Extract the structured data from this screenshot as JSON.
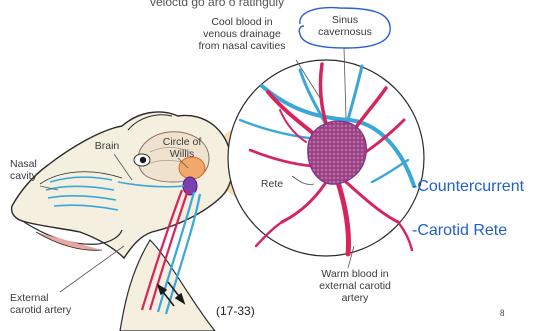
{
  "top_text_fragment": "veloctd go aro o ratinguly",
  "labels": {
    "cool_blood": [
      "Cool blood in",
      "venous drainage",
      "from nasal cavities"
    ],
    "sinus": [
      "Sinus",
      "cavernosus"
    ],
    "brain": "Brain",
    "circle_of_willis": [
      "Circle of",
      "Willis"
    ],
    "nasal_cavity": [
      "Nasal",
      "cavity"
    ],
    "rete": "Rete",
    "warm_blood": [
      "Warm blood in",
      "external carotid",
      "artery"
    ],
    "external_carotid": [
      "External",
      "carotid artery"
    ]
  },
  "side_notes": [
    "-Countercurrent",
    "-Carotid Rete"
  ],
  "figure_ref": "(17-33)",
  "page_number": "8",
  "colors": {
    "artery": "#d8245c",
    "vein": "#3aa7d8",
    "annotation_ink": "#2a5ed8",
    "highlight": "#f6d9a0",
    "side_text": "#1f5fd6"
  }
}
